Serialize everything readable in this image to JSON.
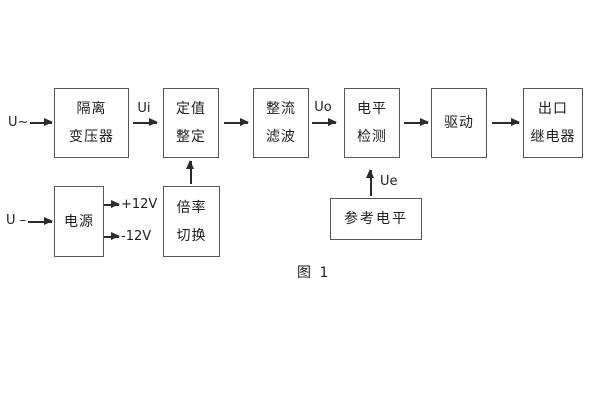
{
  "figure": {
    "caption": "图 1",
    "inputs": {
      "ac_label": "U~",
      "dc_label": "U –"
    },
    "signals": {
      "ui": "Ui",
      "uo": "Uo",
      "ue": "Ue"
    },
    "power_rails": {
      "positive": "+12V",
      "negative": "-12V"
    },
    "blocks": [
      {
        "name": "isolation-transformer",
        "lines": [
          "隔离",
          "变压器"
        ]
      },
      {
        "name": "setting-adjustment",
        "lines": [
          "定值",
          "整定"
        ]
      },
      {
        "name": "rectifier-filter",
        "lines": [
          "整流",
          "滤波"
        ]
      },
      {
        "name": "level-detection",
        "lines": [
          "电平",
          "检测"
        ]
      },
      {
        "name": "driver",
        "lines": [
          "驱动"
        ]
      },
      {
        "name": "output-relay",
        "lines": [
          "出口",
          "继电器"
        ]
      },
      {
        "name": "power-supply",
        "lines": [
          "电源"
        ]
      },
      {
        "name": "ratio-switch",
        "lines": [
          "倍率",
          "切换"
        ]
      },
      {
        "name": "reference-level",
        "lines": [
          "参考电平"
        ]
      }
    ],
    "colors": {
      "background": "#ffffff",
      "box_border": "#555657",
      "arrow": "#2b2b2b",
      "text": "#1f1f1f"
    }
  }
}
